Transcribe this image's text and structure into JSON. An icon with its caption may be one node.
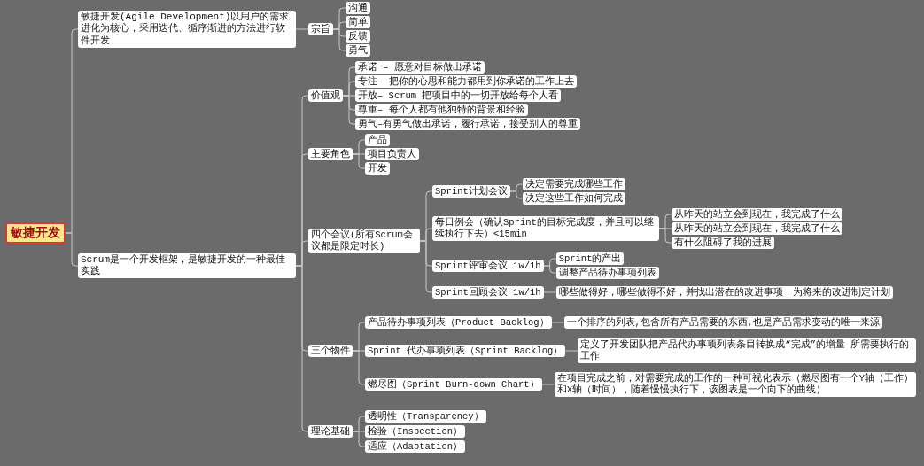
{
  "diagram": {
    "nodes": [
      {
        "text": [
          "敏捷开发"
        ]
      },
      {
        "text": [
          "敏捷开发(Agile Development)以用户的需求进化为核心，采用迭代、循序渐进的方法进行软件开发"
        ]
      },
      {
        "text": [
          "宗旨"
        ]
      },
      {
        "text": [
          "沟通"
        ]
      },
      {
        "text": [
          "简单"
        ]
      },
      {
        "text": [
          "反馈"
        ]
      },
      {
        "text": [
          "勇气"
        ]
      },
      {
        "text": [
          "Scrum是一个开发框架，是敏捷开发的一种最佳实践"
        ]
      },
      {
        "text": [
          "价值观"
        ]
      },
      {
        "text": [
          "承诺 – 愿意对目标做出承诺"
        ]
      },
      {
        "text": [
          "专注– 把你的心思和能力都用到你承诺的工作上去"
        ]
      },
      {
        "text": [
          "开放– Scrum 把项目中的一切开放给每个人看"
        ]
      },
      {
        "text": [
          "尊重– 每个人都有他独特的背景和经验"
        ]
      },
      {
        "text": [
          "勇气–有勇气做出承诺，履行承诺，接受别人的尊重"
        ]
      },
      {
        "text": [
          "主要角色"
        ]
      },
      {
        "text": [
          "产品"
        ]
      },
      {
        "text": [
          "项目负责人"
        ]
      },
      {
        "text": [
          "开发"
        ]
      },
      {
        "text": [
          "四个会议(所有Scrum会议都是限定时长)"
        ]
      },
      {
        "text": [
          "Sprint计划会议"
        ]
      },
      {
        "text": [
          "决定需要完成哪些工作"
        ]
      },
      {
        "text": [
          "决定这些工作如何完成"
        ]
      },
      {
        "text": [
          "每日例会（确认Sprint的目标完成度，并且可以继续执行下去）<15min"
        ]
      },
      {
        "text": [
          "从昨天的站立会到现在，我完成了什么"
        ]
      },
      {
        "text": [
          "从昨天的站立会到现在，我完成了什么"
        ]
      },
      {
        "text": [
          "有什么阻碍了我的进展"
        ]
      },
      {
        "text": [
          "Sprint评审会议 1w/1h"
        ]
      },
      {
        "text": [
          "Sprint的产出"
        ]
      },
      {
        "text": [
          "调整产品待办事项列表"
        ]
      },
      {
        "text": [
          "Sprint回顾会议 1w/1h"
        ]
      },
      {
        "text": [
          "哪些做得好，哪些做得不好，并找出潜在的改进事项，为将来的改进制定计划"
        ]
      },
      {
        "text": [
          "三个物件"
        ]
      },
      {
        "text": [
          "产品待办事项列表（Product Backlog）"
        ]
      },
      {
        "text": [
          "一个排序的列表,包含所有产品需要的东西,也是产品需求变动的唯一来源"
        ]
      },
      {
        "text": [
          "Sprint 代办事项列表（Sprint Backlog）"
        ]
      },
      {
        "text": [
          "定义了开发团队把产品代办事项列表条目转换成“完成”的增量 所需要执行的工作"
        ]
      },
      {
        "text": [
          "燃尽图（Sprint Burn-down Chart）"
        ]
      },
      {
        "text": [
          "在项目完成之前，对需要完成的工作的一种可视化表示（燃尽图有一个Y轴（工作）和X轴（时间），随着慢慢执行下，该图表是一个向下的曲线）"
        ]
      },
      {
        "text": [
          "理论基础"
        ]
      },
      {
        "text": [
          "透明性（Transparency）"
        ]
      },
      {
        "text": [
          "检验（Inspection）"
        ]
      },
      {
        "text": [
          "适应（Adaptation）"
        ]
      }
    ],
    "edges": [
      {
        "from": 0,
        "to": 1,
        "arrow": "none"
      },
      {
        "from": 1,
        "to": 2,
        "arrow": "none"
      },
      {
        "from": 2,
        "to": 3,
        "arrow": "none"
      },
      {
        "from": 2,
        "to": 4,
        "arrow": "none"
      },
      {
        "from": 2,
        "to": 5,
        "arrow": "none"
      },
      {
        "from": 2,
        "to": 6,
        "arrow": "none"
      },
      {
        "from": 0,
        "to": 7,
        "arrow": "none"
      },
      {
        "from": 7,
        "to": 8,
        "arrow": "none"
      },
      {
        "from": 8,
        "to": 9,
        "arrow": "none"
      },
      {
        "from": 8,
        "to": 10,
        "arrow": "none"
      },
      {
        "from": 8,
        "to": 11,
        "arrow": "none"
      },
      {
        "from": 8,
        "to": 12,
        "arrow": "none"
      },
      {
        "from": 8,
        "to": 13,
        "arrow": "none"
      },
      {
        "from": 7,
        "to": 14,
        "arrow": "none"
      },
      {
        "from": 14,
        "to": 15,
        "arrow": "none"
      },
      {
        "from": 14,
        "to": 16,
        "arrow": "none"
      },
      {
        "from": 14,
        "to": 17,
        "arrow": "none"
      },
      {
        "from": 7,
        "to": 18,
        "arrow": "none"
      },
      {
        "from": 18,
        "to": 19,
        "arrow": "none"
      },
      {
        "from": 19,
        "to": 20,
        "arrow": "none"
      },
      {
        "from": 19,
        "to": 21,
        "arrow": "none"
      },
      {
        "from": 18,
        "to": 22,
        "arrow": "none"
      },
      {
        "from": 22,
        "to": 23,
        "arrow": "none"
      },
      {
        "from": 22,
        "to": 24,
        "arrow": "none"
      },
      {
        "from": 22,
        "to": 25,
        "arrow": "none"
      },
      {
        "from": 18,
        "to": 26,
        "arrow": "none"
      },
      {
        "from": 26,
        "to": 27,
        "arrow": "none"
      },
      {
        "from": 26,
        "to": 28,
        "arrow": "none"
      },
      {
        "from": 18,
        "to": 29,
        "arrow": "none"
      },
      {
        "from": 29,
        "to": 30,
        "arrow": "none"
      },
      {
        "from": 7,
        "to": 31,
        "arrow": "none"
      },
      {
        "from": 31,
        "to": 32,
        "arrow": "none"
      },
      {
        "from": 32,
        "to": 33,
        "arrow": "none"
      },
      {
        "from": 31,
        "to": 34,
        "arrow": "none"
      },
      {
        "from": 34,
        "to": 35,
        "arrow": "none"
      },
      {
        "from": 31,
        "to": 36,
        "arrow": "none"
      },
      {
        "from": 36,
        "to": 37,
        "arrow": "none"
      },
      {
        "from": 7,
        "to": 38,
        "arrow": "none"
      },
      {
        "from": 38,
        "to": 39,
        "arrow": "none"
      },
      {
        "from": 38,
        "to": 40,
        "arrow": "none"
      },
      {
        "from": 38,
        "to": 41,
        "arrow": "none"
      }
    ]
  }
}
